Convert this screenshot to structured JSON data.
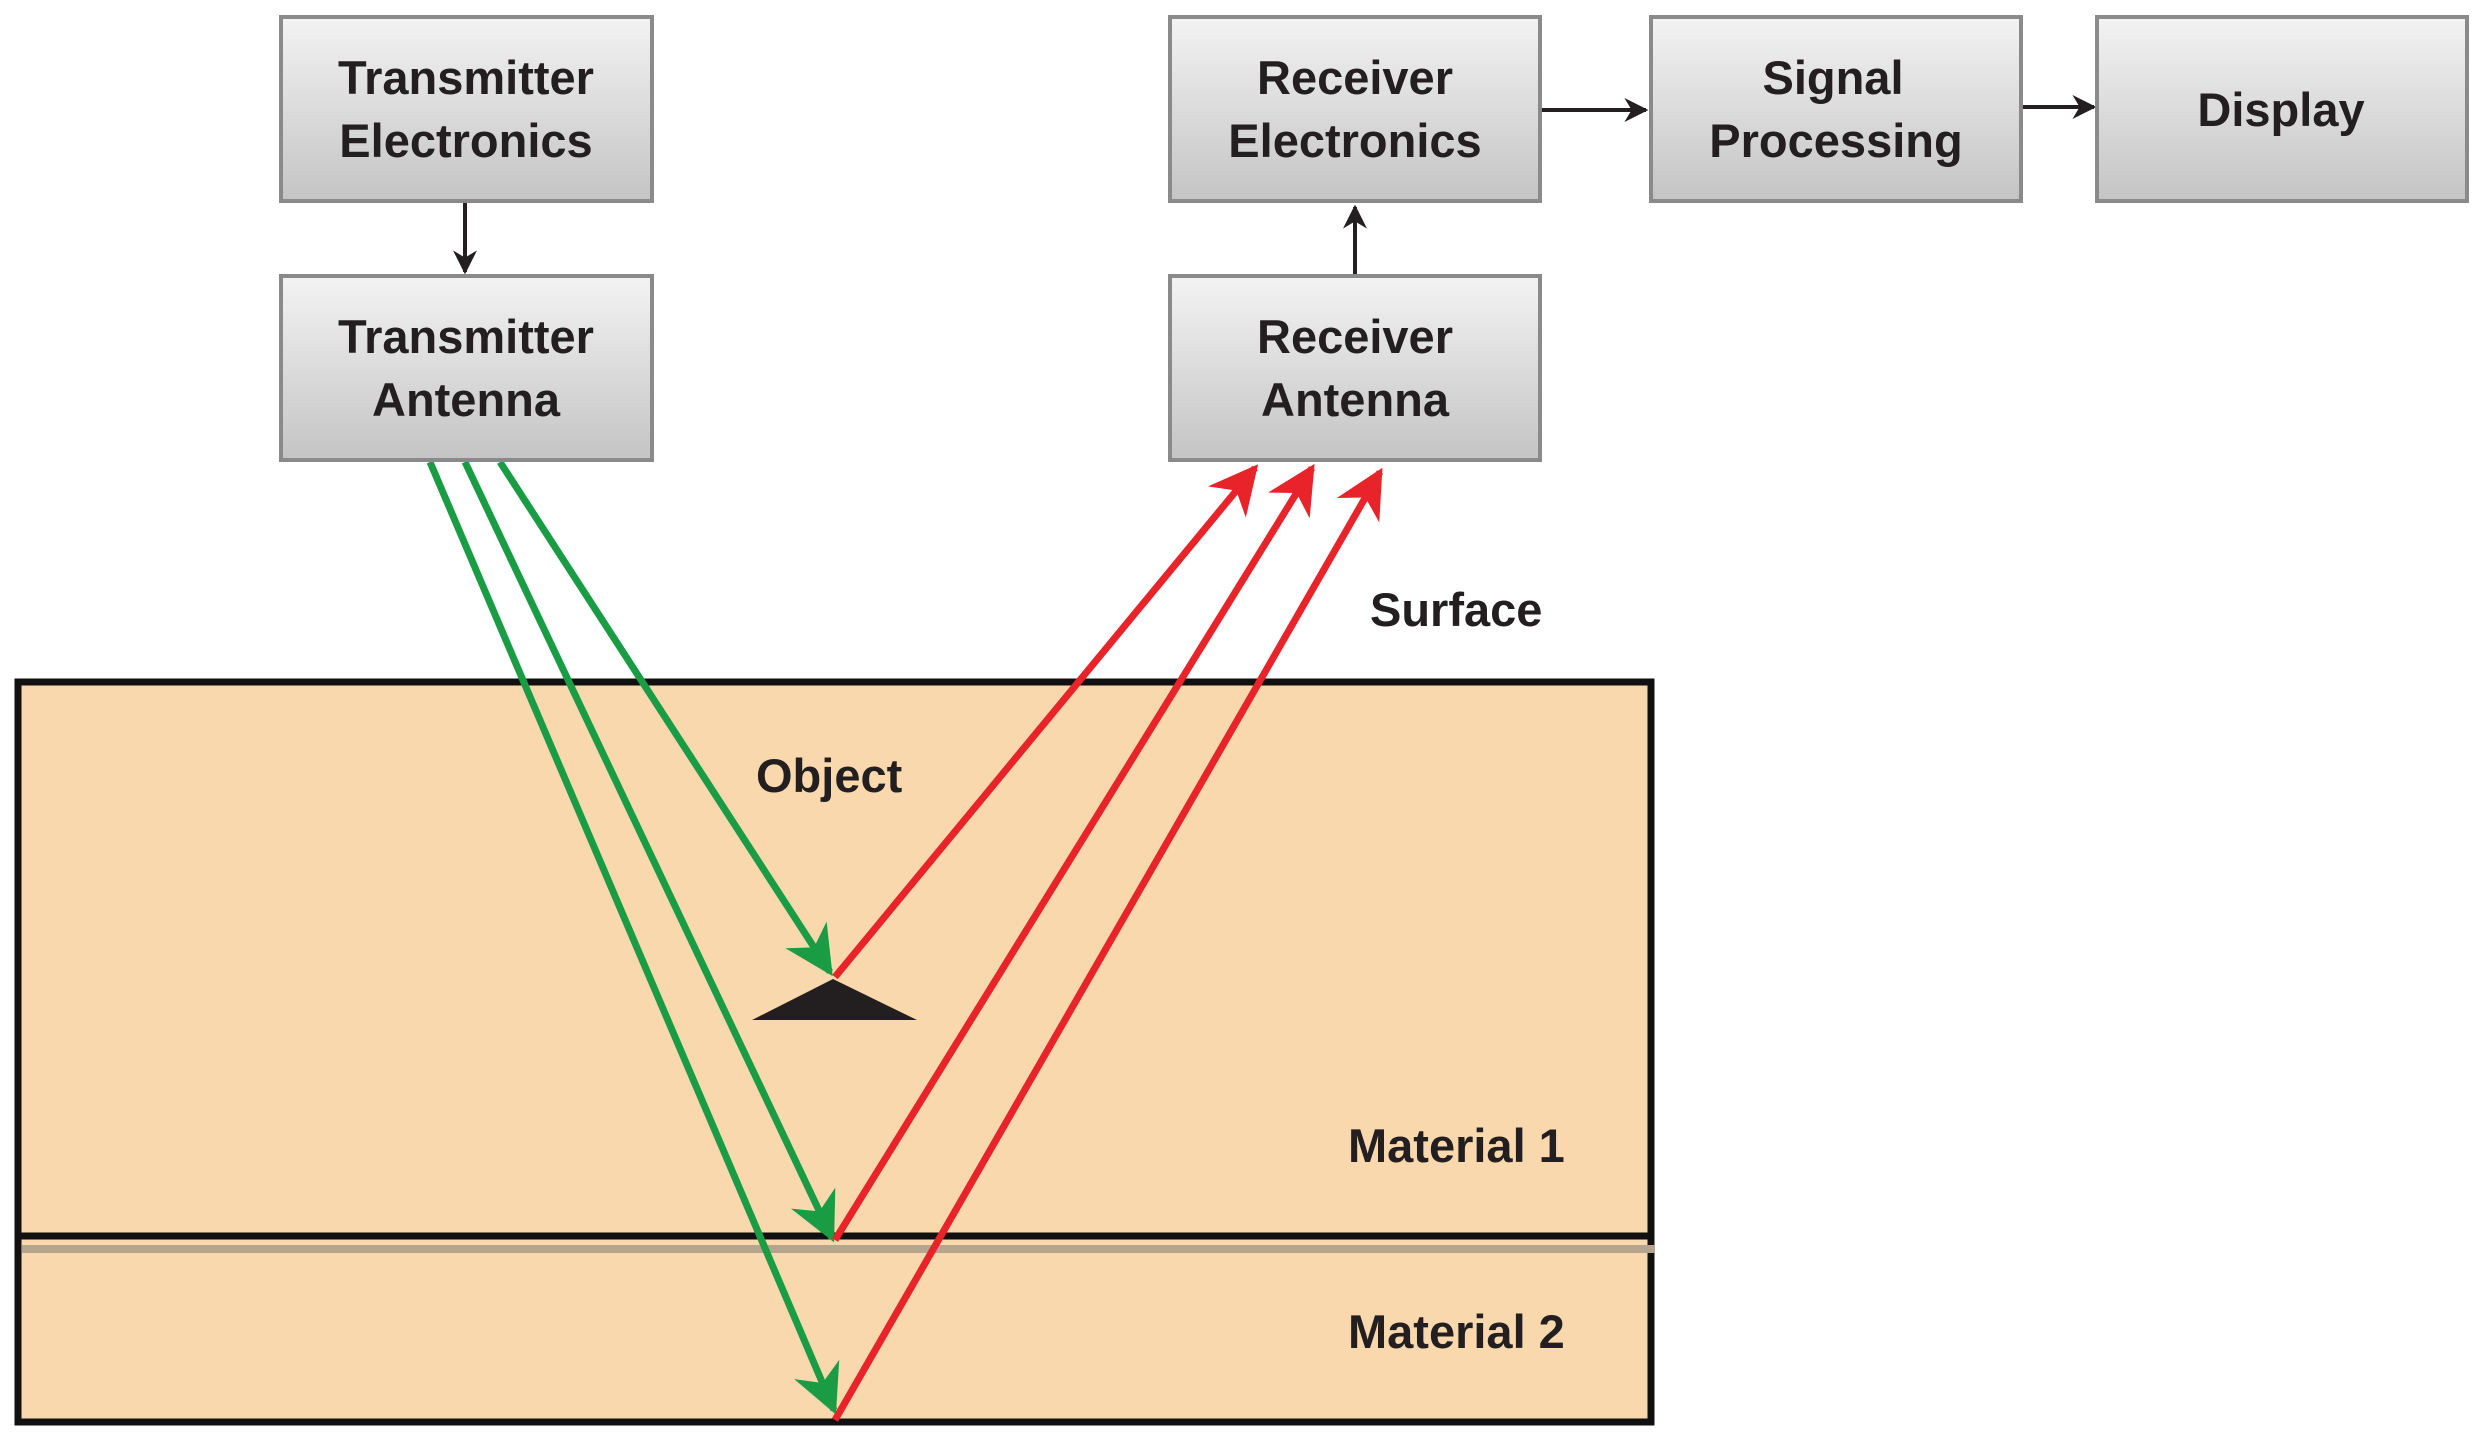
{
  "blocks": {
    "transmitter_electronics": [
      "Transmitter",
      "Electronics"
    ],
    "transmitter_antenna": [
      "Transmitter",
      "Antenna"
    ],
    "receiver_electronics": [
      "Receiver",
      "Electronics"
    ],
    "receiver_antenna": [
      "Receiver",
      "Antenna"
    ],
    "signal_processing": [
      "Signal",
      "Processing"
    ],
    "display": "Display"
  },
  "labels": {
    "surface": "Surface",
    "object": "Object",
    "material_1": "Material 1",
    "material_2": "Material 2"
  },
  "colors": {
    "ground": "#f8d8ac",
    "box_fill_top": "#f2f2f2",
    "box_fill_bottom": "#c6c6c6",
    "box_stroke": "#8a8a8a",
    "transmit_ray": "#1a9c45",
    "reflect_ray": "#e8232a",
    "outline": "#111111"
  }
}
